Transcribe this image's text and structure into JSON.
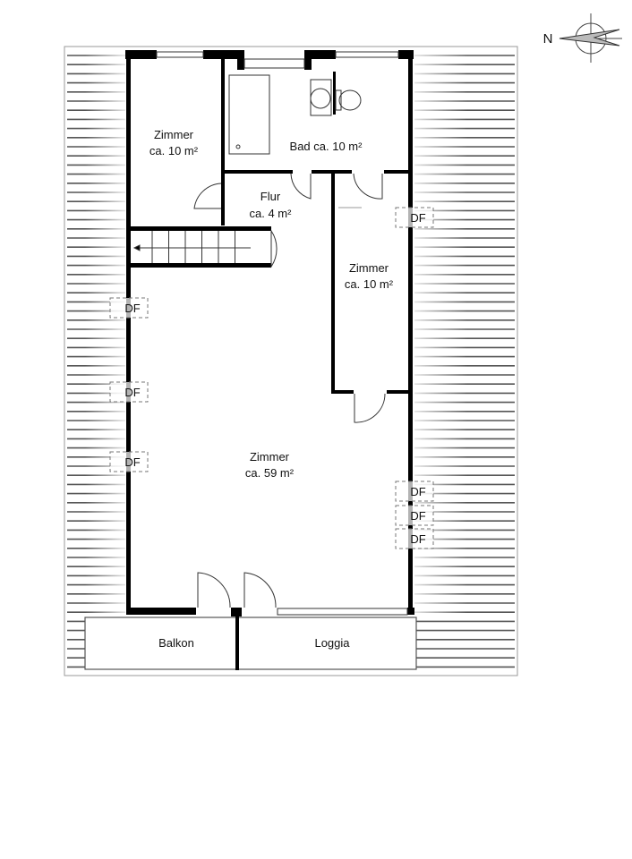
{
  "compass": {
    "north_label": "N"
  },
  "rooms": [
    {
      "name": "Zimmer",
      "area": "ca. 10 m²"
    },
    {
      "name": "Bad ca. 10 m²"
    },
    {
      "name": "Flur",
      "area": "ca. 4 m²"
    },
    {
      "name": "Zimmer",
      "area": "ca. 10 m²"
    },
    {
      "name": "Zimmer",
      "area": "ca. 59 m²"
    },
    {
      "name": "Balkon"
    },
    {
      "name": "Loggia"
    }
  ],
  "skylight_label": "DF"
}
